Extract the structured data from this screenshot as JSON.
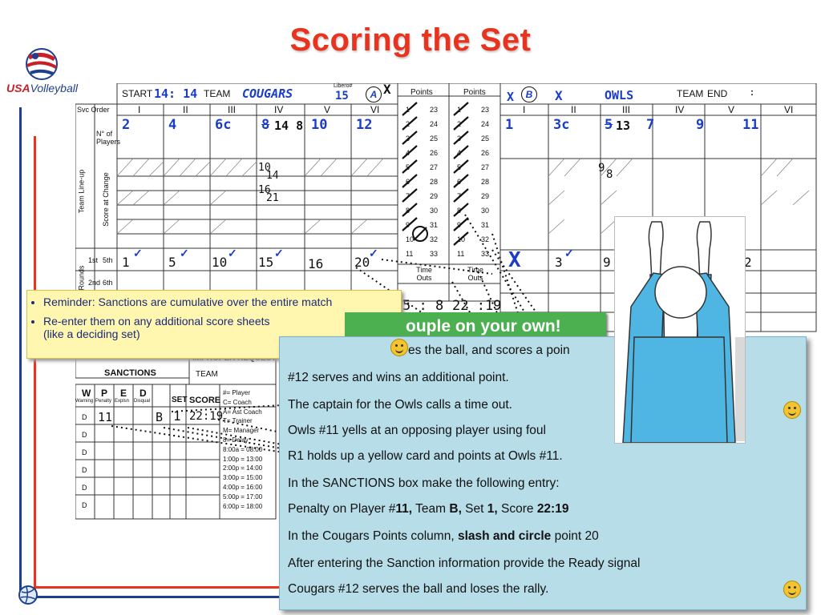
{
  "slide": {
    "title": "Scoring the Set",
    "logo_text_a": "USA",
    "logo_text_b": "Volleyball"
  },
  "sheet": {
    "start_label": "START",
    "start_time": "14: 14",
    "team_label": "TEAM",
    "team_a_name": "COUGARS",
    "libero_label": "Libero#",
    "libero_a": "15",
    "team_a_letter": "A",
    "points_label": "Points",
    "team_b_letter": "B",
    "team_b_name": "OWLS",
    "team_b_label": "TEAM",
    "end_label": "END",
    "end_time": ":",
    "svc_order_label": "Svc Order",
    "num_players_label": "N° of Players",
    "lineup_label": "Team Line-up",
    "score_change_label": "Score at Change",
    "rounds_label": "Rounds",
    "first_label": "1st",
    "fifth_label": "5th",
    "second_label": "2nd",
    "sixth_label": "6th",
    "romans": [
      "I",
      "II",
      "III",
      "IV",
      "V",
      "VI"
    ],
    "players_a": [
      "2",
      "4",
      "6c",
      "8",
      "10",
      "12"
    ],
    "player_a_extra": "14 8",
    "players_b": [
      "1",
      "3c",
      "5",
      "7",
      "9",
      "11"
    ],
    "player_b_extra": "13",
    "change_a_1": "10",
    "change_a_2": "14",
    "change_a_3": "16",
    "change_a_4": "21",
    "change_b_1": "9",
    "change_b_2": "8",
    "rounds_a": [
      "1",
      "5",
      "10",
      "15",
      "16",
      "20"
    ],
    "rounds_b": [
      "",
      "3",
      "9"
    ],
    "rounds_b_extra": "2",
    "points_col_a": [
      "23",
      "24",
      "25",
      "26",
      "27",
      "28",
      "29",
      "30",
      "31",
      "32",
      "33"
    ],
    "points_col_a_left": [
      "1",
      "2",
      "3",
      "4",
      "5",
      "6",
      "7",
      "8",
      "9",
      "10",
      "11"
    ],
    "points_col_b": [
      "23",
      "24",
      "25",
      "26",
      "27",
      "28",
      "29",
      "30",
      "31",
      "32",
      "33"
    ],
    "timeouts_label": "Time Outs",
    "timeout_a": "5 : 8",
    "timeout_b": "22 :19",
    "sanctions_label": "SANCTIONS",
    "improper_label": "IMPROPER REQUEST",
    "improper_sub": "TEAM",
    "wpe_headers": [
      "W",
      "P",
      "E",
      "D"
    ],
    "wpe_sub": [
      "Warning",
      "Penalty",
      "Explsn",
      "Disqual"
    ],
    "set_label": "SET",
    "score_label": "SCORE",
    "sanction_row": {
      "player": "11",
      "team": "B",
      "set": "1",
      "score": "22:19"
    },
    "legend": [
      "#= Player",
      "C= Coach",
      "A= Ast Coach",
      "T= Trainer",
      "M= Manager",
      "8= Delay",
      "8:00a = 08:00",
      "1:00p = 13:00",
      "2:00p = 14:00",
      "3:00p = 15:00",
      "4:00p = 16:00",
      "5:00p = 17:00",
      "6:00p = 18:00"
    ],
    "d_letter": "D"
  },
  "reminder": {
    "item1": "Reminder: Sanctions are cumulative over the entire match",
    "item2a": "Re-enter them on any additional score sheets",
    "item2b": "(like a deciding set)"
  },
  "banner": {
    "text": "ouple on your own!"
  },
  "panel": {
    "lines": [
      "es the ball, and scores a poin",
      "#12 serves and wins an additional point.",
      "The captain for the Owls calls a time out.",
      "Owls #11 yells at an opposing player using foul",
      "R1 holds up a yellow card and points at Owls #11.",
      "In the SANCTIONS box make the following entry:",
      "Penalty on Player #",
      "In the Cougars Points column,",
      "After entering the Sanction information provide the Ready signal",
      "Cougars #12 serves the ball and loses the rally."
    ],
    "penalty_player": "11,",
    "penalty_team_label": " Team ",
    "penalty_team": "B,",
    "penalty_set_label": " Set ",
    "penalty_set": "1,",
    "penalty_score_label": " Score ",
    "penalty_score": "22:19",
    "cougars_bold": "slash and circle",
    "cougars_tail": " point 20"
  },
  "colors": {
    "title": "#e8331f",
    "handwriting": "#1a3cc9",
    "panel_bg": "#b7dde8",
    "banner": "#4caf50",
    "reminder_bg": "#fff7b0",
    "ref_shirt": "#4fb6e3"
  }
}
